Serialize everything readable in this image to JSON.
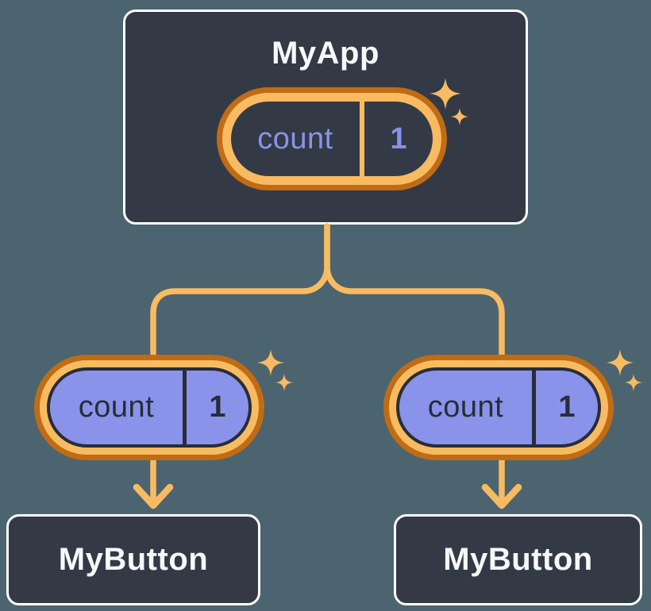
{
  "diagram": {
    "description": "React component tree sharing state: parent MyApp holds count state passed down to two MyButton children",
    "nodes": {
      "root": {
        "title": "MyApp"
      },
      "left_child": {
        "title": "MyButton"
      },
      "right_child": {
        "title": "MyButton"
      }
    },
    "pills": {
      "root_state": {
        "name": "count",
        "value": "1"
      },
      "left_prop": {
        "name": "count",
        "value": "1"
      },
      "right_prop": {
        "name": "count",
        "value": "1"
      }
    },
    "icons": {
      "sparkles": "sparkles-icon",
      "arrow": "arrow-down-icon"
    },
    "colors": {
      "page_background": "#4C646F",
      "node_fill": "#333A46",
      "node_border": "#FFFFFF",
      "node_text": "#F7F8FA",
      "accent_orange_dark": "#C06C15",
      "accent_orange_light": "#F8BB61",
      "periwinkle": "#8A93EA",
      "ink": "#282D37"
    }
  }
}
